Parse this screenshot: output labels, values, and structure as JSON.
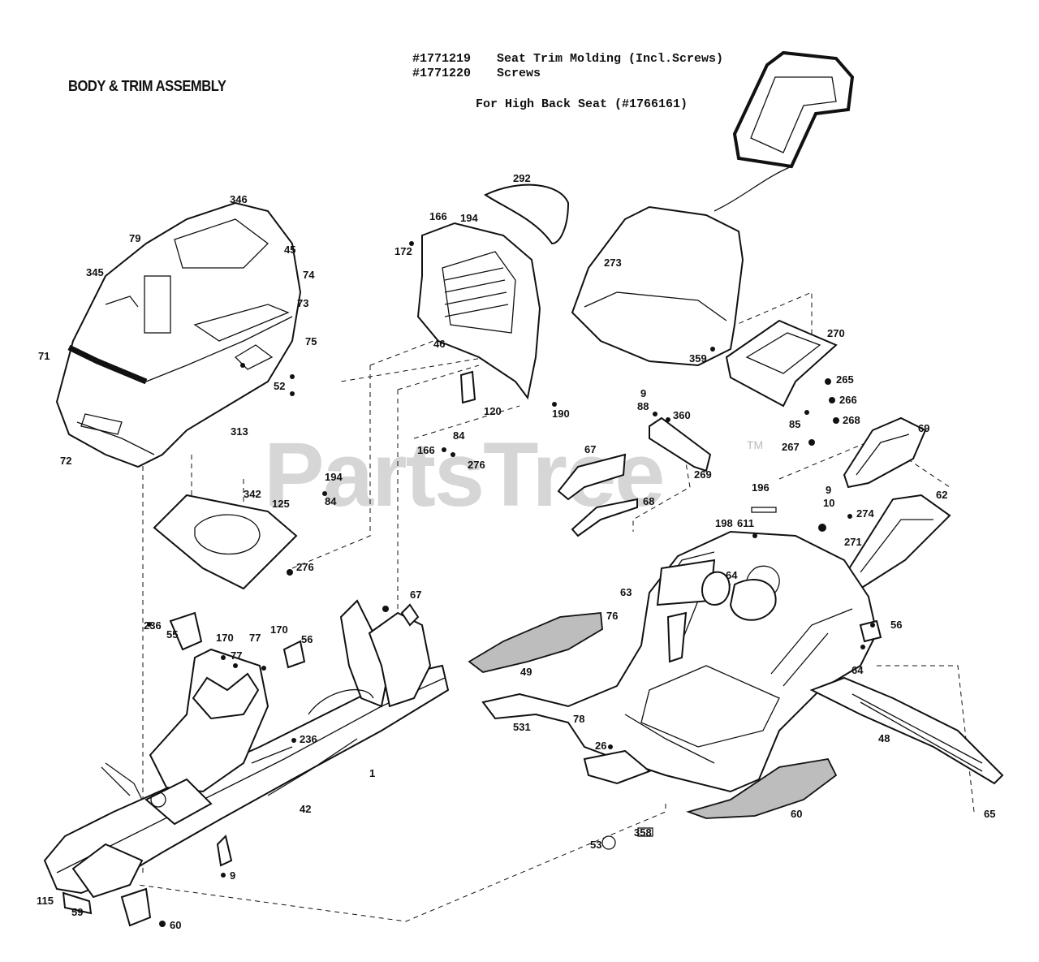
{
  "title": "BODY & TRIM ASSEMBLY",
  "notes": [
    {
      "number": "#1771219",
      "text": "Seat Trim Molding (Incl.Screws)"
    },
    {
      "number": "#1771220",
      "text": "Screws"
    }
  ],
  "for_note": "For High Back Seat (#1766161)",
  "watermark": "PartsTree",
  "trademark": "TM",
  "labels": {
    "l346": "346",
    "l79": "79",
    "l45": "45",
    "l345": "345",
    "l74": "74",
    "l73": "73",
    "l71": "71",
    "l75": "75",
    "l52": "52",
    "l313": "313",
    "l72": "72",
    "l292": "292",
    "l166a": "166",
    "l194a": "194",
    "l172": "172",
    "l46": "46",
    "l120": "120",
    "l190": "190",
    "l84a": "84",
    "l166b": "166",
    "l276a": "276",
    "l194b": "194",
    "l84b": "84",
    "l342": "342",
    "l125": "125",
    "l276b": "276",
    "l273": "273",
    "l270": "270",
    "l359": "359",
    "l265": "265",
    "l266": "266",
    "l268": "268",
    "l85": "85",
    "l267": "267",
    "l69": "69",
    "l9a": "9",
    "l88": "88",
    "l360": "360",
    "l269": "269",
    "l67a": "67",
    "l68": "68",
    "l196": "196",
    "l9b": "9",
    "l10": "10",
    "l274": "274",
    "l271": "271",
    "l62": "62",
    "l198": "198",
    "l611": "611",
    "l64a": "64",
    "l63": "63",
    "l76": "76",
    "l56a": "56",
    "l64b": "64",
    "l49": "49",
    "l531": "531",
    "l78": "78",
    "l48": "48",
    "l26": "26",
    "l53": "53",
    "l358": "358",
    "l60a": "60",
    "l65": "65",
    "l236a": "236",
    "l55a": "55",
    "l170a": "170",
    "l77a": "77",
    "l77b": "77",
    "l170b": "170",
    "l56b": "56",
    "l67b": "67",
    "l236b": "236",
    "l1": "1",
    "l42": "42",
    "l9c": "9",
    "l115": "115",
    "l59": "59",
    "l60b": "60"
  }
}
